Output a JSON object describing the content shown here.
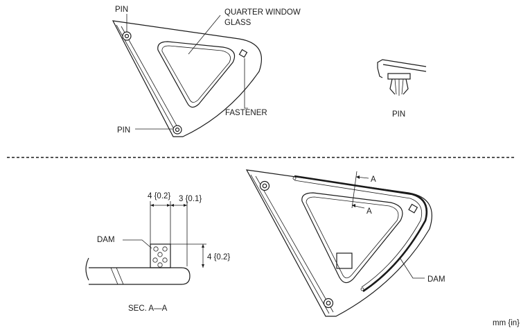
{
  "labels": {
    "pin_top": "PIN",
    "pin_bottom": "PIN",
    "quarter_window_line1": "QUARTER WINDOW",
    "quarter_window_line2": "GLASS",
    "fastener": "FASTENER",
    "pin_detail": "PIN",
    "dim_width": "4 {0.2}",
    "dim_offset": "3 {0.1}",
    "dim_height": "4 {0.2}",
    "dam_left": "DAM",
    "dam_right": "DAM",
    "section_a_top": "A",
    "section_a_bottom": "A",
    "section_caption": "SEC. A—A",
    "units": "mm {in}"
  }
}
